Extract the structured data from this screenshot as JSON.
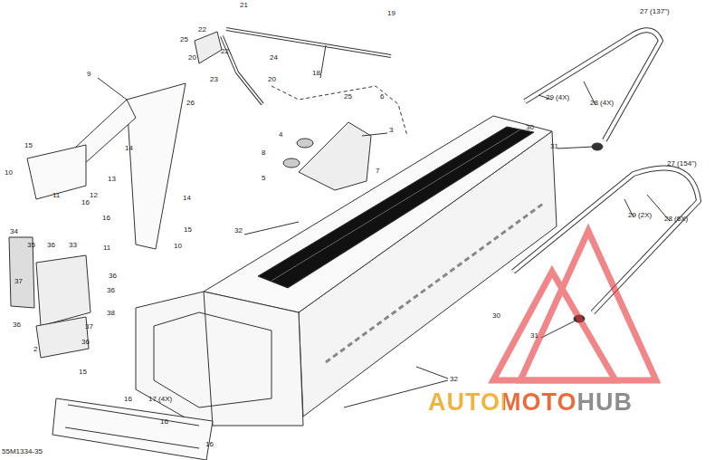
{
  "diagram": {
    "labels": [
      "21",
      "19",
      "22",
      "25",
      "22",
      "20",
      "24",
      "23",
      "20",
      "18",
      "9",
      "26",
      "25",
      "6",
      "3",
      "4",
      "14",
      "15",
      "8",
      "10",
      "13",
      "12",
      "11",
      "16",
      "5",
      "7",
      "14",
      "16",
      "15",
      "11",
      "10",
      "32",
      "34",
      "35",
      "36",
      "33",
      "36",
      "37",
      "36",
      "38",
      "36",
      "37",
      "2",
      "36",
      "15",
      "16",
      "17 (4X)",
      "16",
      "16",
      "32",
      "27 (137\")",
      "29 (4X)",
      "28 (4X)",
      "30",
      "31",
      "27 (154\")",
      "29 (2X)",
      "28 (6X)",
      "30",
      "31",
      "55M1334-35",
      "AUTOMOTOHUB"
    ]
  }
}
